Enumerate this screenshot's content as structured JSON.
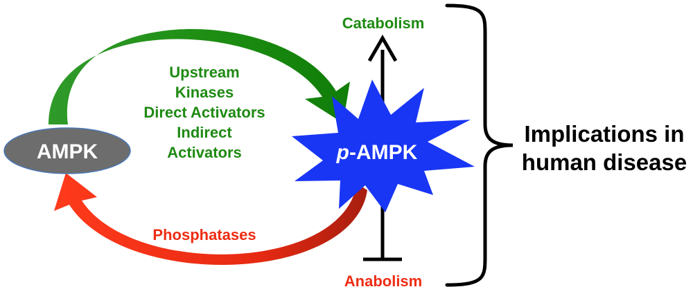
{
  "nodes": {
    "ampk": "AMPK",
    "p_ampk_prefix": "p",
    "p_ampk_suffix": "-AMPK"
  },
  "activation_labels": [
    "Upstream",
    "Kinases",
    "Direct Activators",
    "Indirect",
    "Activators"
  ],
  "dephosphorylation_label": "Phosphatases",
  "outputs": {
    "catabolism": "Catabolism",
    "anabolism": "Anabolism"
  },
  "implications": [
    "Implications in",
    "human disease"
  ],
  "colors": {
    "activation": "#1e8a12",
    "dephosphorylation": "#ee2c13",
    "ampk_node": "#6d6d6d",
    "p_ampk_node": "#1936f5",
    "text_dark": "#000000"
  }
}
